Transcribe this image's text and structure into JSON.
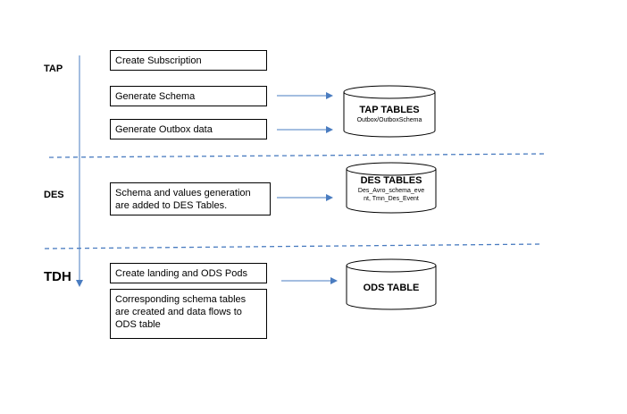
{
  "lanes": {
    "tap": "TAP",
    "des": "DES",
    "tdh": "TDH"
  },
  "steps": {
    "create_subscription": "Create Subscription",
    "generate_schema": "Generate Schema",
    "generate_outbox": "Generate Outbox data",
    "des_line1": "Schema and values generation",
    "des_line2": "are added to DES Tables.",
    "create_pods": "Create landing and ODS Pods",
    "tdh_line1": "Corresponding schema tables",
    "tdh_line2": "are created and data flows to",
    "tdh_line3": "ODS table"
  },
  "tables": {
    "tap_title": "TAP TABLES",
    "tap_sub": "Outbox/OutboxSchema",
    "des_title": "DES TABLES",
    "des_sub1": "Des_Avro_schema_eve",
    "des_sub2": "nt, Tmn_Des_Event",
    "ods_title": "ODS TABLE"
  },
  "colors": {
    "arrow": "#4a7cc0",
    "divider": "#4a7cc0",
    "border": "#000000"
  }
}
